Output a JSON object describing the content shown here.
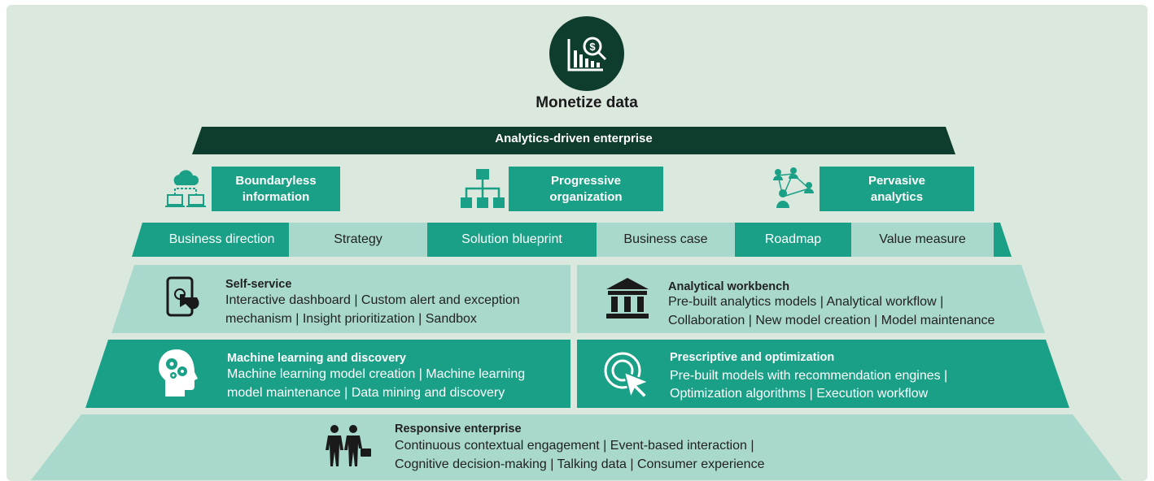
{
  "colors": {
    "dark": "#0e3c2d",
    "green": "#1aa086",
    "light": "#a9d9cd",
    "background": "#dbe8dd"
  },
  "apex": {
    "title": "Monetize data",
    "icon": "analytics-chart-magnifier-icon"
  },
  "banner": {
    "label": "Analytics-driven enterprise"
  },
  "pillars": [
    {
      "label": "Boundaryless information",
      "line1": "Boundaryless",
      "line2": "information",
      "icon": "cloud-network-icon"
    },
    {
      "label": "Progressive organization",
      "line1": "Progressive",
      "line2": "organization",
      "icon": "org-chart-icon"
    },
    {
      "label": "Pervasive analytics",
      "line1": "Pervasive",
      "line2": "analytics",
      "icon": "people-network-icon"
    }
  ],
  "strip": [
    {
      "label": "Business direction",
      "style": "green"
    },
    {
      "label": "Strategy",
      "style": "light"
    },
    {
      "label": "Solution blueprint",
      "style": "green"
    },
    {
      "label": "Business case",
      "style": "light"
    },
    {
      "label": "Roadmap",
      "style": "green"
    },
    {
      "label": "Value measure",
      "style": "light"
    }
  ],
  "blocks": {
    "self_service": {
      "title": "Self-service",
      "line1": "Interactive dashboard | Custom alert and exception",
      "line2": "mechanism | Insight prioritization | Sandbox",
      "icon": "tablet-touch-icon"
    },
    "analytical_workbench": {
      "title": "Analytical workbench",
      "line1": "Pre-built analytics models | Analytical workflow |",
      "line2": "Collaboration | New model creation | Model maintenance",
      "icon": "institution-icon"
    },
    "machine_learning": {
      "title": "Machine learning and discovery",
      "line1": "Machine learning model creation | Machine learning",
      "line2": "model maintenance | Data mining and discovery",
      "icon": "head-gears-icon"
    },
    "prescriptive": {
      "title": "Prescriptive and optimization",
      "line1": "Pre-built models with recommendation engines |",
      "line2": "Optimization algorithms | Execution workflow",
      "icon": "target-cursor-icon"
    },
    "responsive": {
      "title": "Responsive enterprise",
      "line1": "Continuous contextual engagement | Event-based interaction |",
      "line2": "Cognitive decision-making | Talking data | Consumer experience",
      "icon": "two-people-icon"
    }
  }
}
